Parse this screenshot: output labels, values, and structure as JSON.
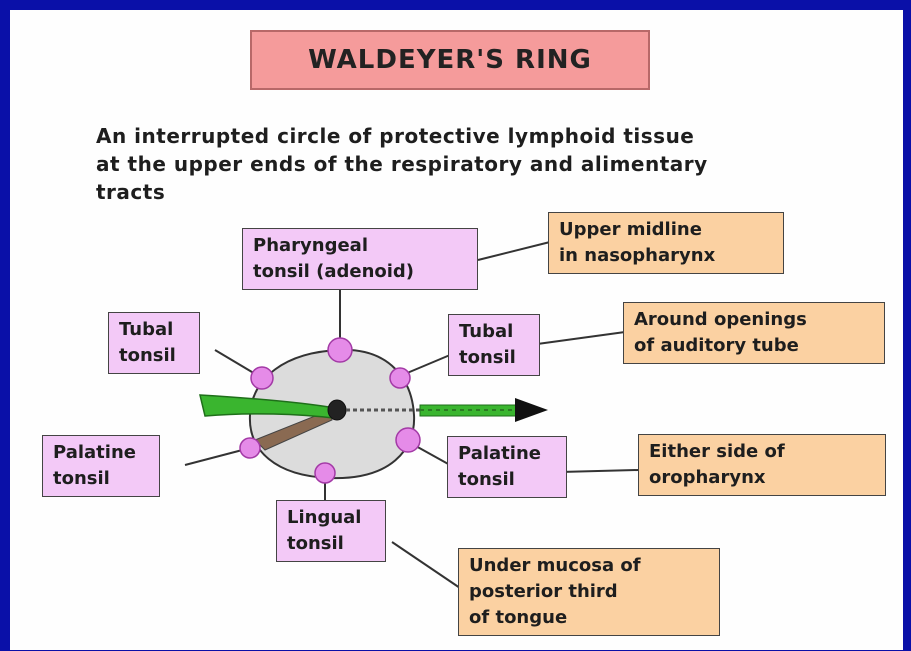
{
  "title": "WALDEYER'S RING",
  "description": [
    "An interrupted circle of protective lymphoid tissue",
    "at the upper ends of the respiratory and alimentary",
    "tracts"
  ],
  "tonsils": {
    "pharyngeal": [
      "Pharyngeal",
      "tonsil (adenoid)"
    ],
    "tubal_left": [
      "Tubal",
      "tonsil"
    ],
    "tubal_right": [
      "Tubal",
      "tonsil"
    ],
    "palatine_left": [
      "Palatine",
      "tonsil"
    ],
    "palatine_right": [
      "Palatine",
      "tonsil"
    ],
    "lingual": [
      "Lingual",
      "tonsil"
    ]
  },
  "locations": {
    "pharyngeal": [
      "Upper midline",
      "in nasopharynx"
    ],
    "tubal": [
      "Around openings",
      "of auditory tube"
    ],
    "palatine": [
      "Either side of",
      "oropharynx"
    ],
    "lingual": [
      "Under mucosa of",
      "posterior third",
      "of tongue"
    ]
  },
  "colors": {
    "frame": "#0a10a8",
    "title_box": "#f59b9b",
    "tonsil_box": "#f3c9f7",
    "location_box": "#fbd1a2",
    "tonsil_blob": "#e58be8",
    "ring_fill": "#dcdcdc",
    "airway_arrow": "#3ab52f"
  }
}
